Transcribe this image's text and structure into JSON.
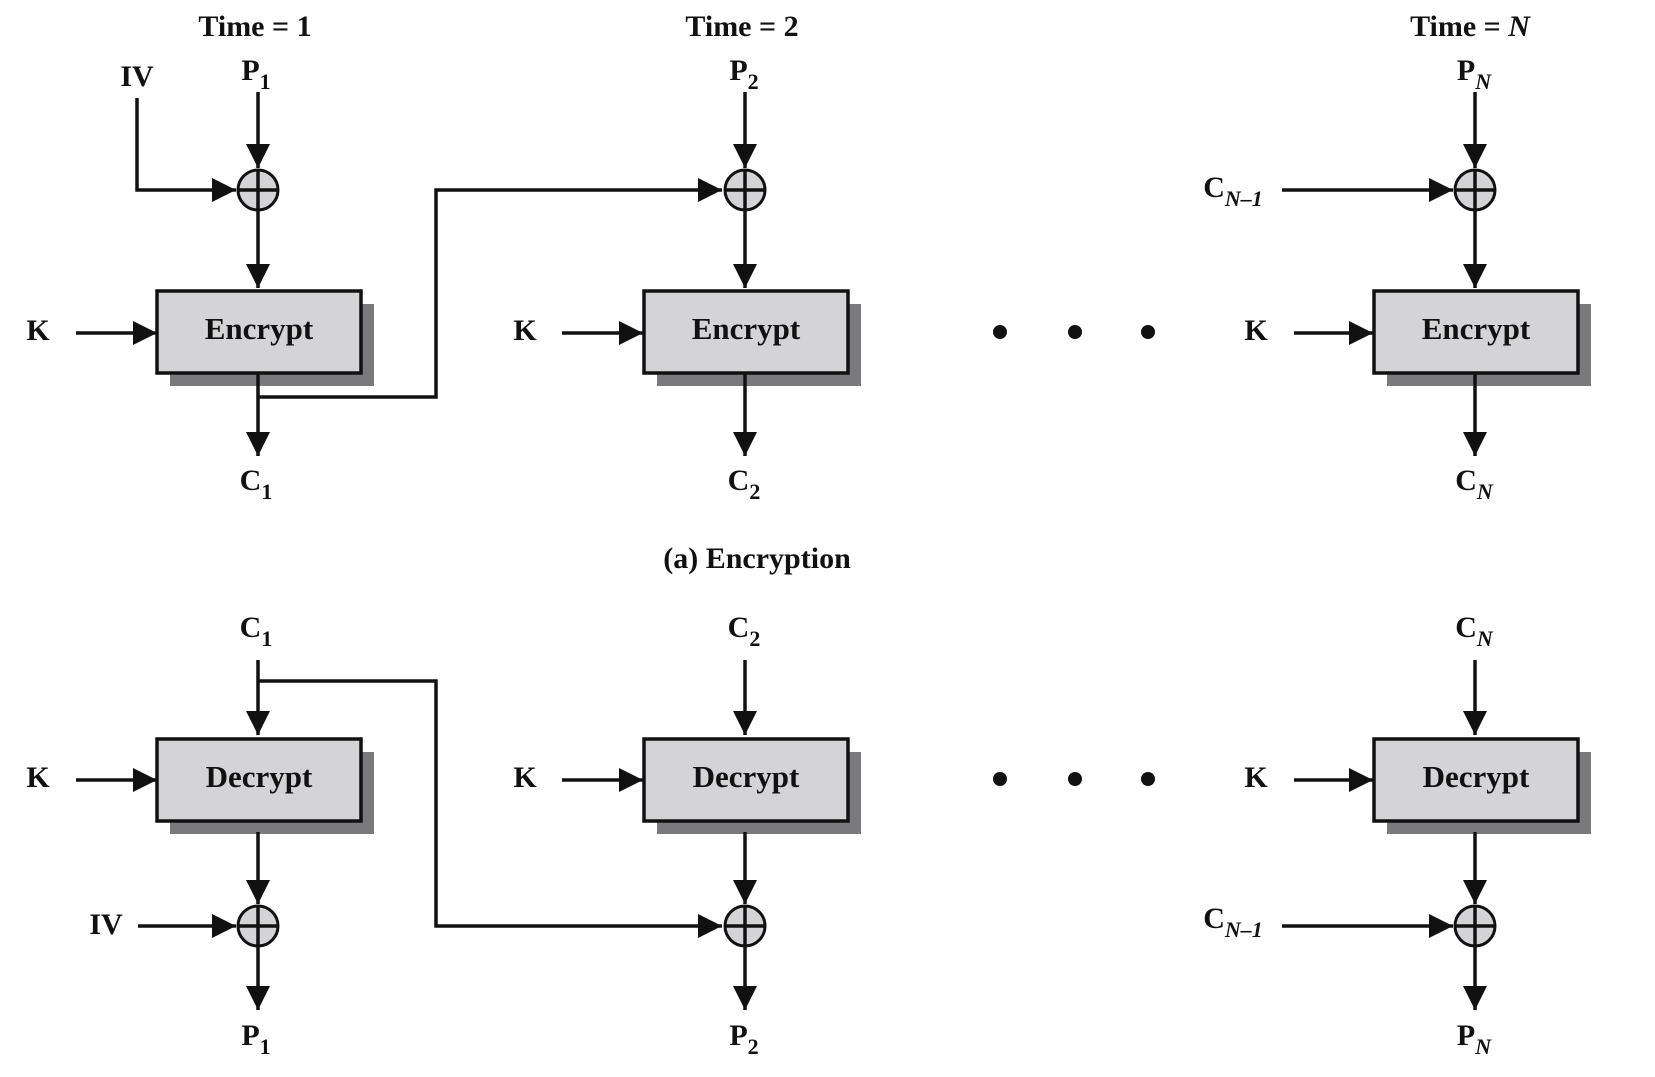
{
  "times": {
    "t1": "Time = 1",
    "t2": "Time = 2",
    "tN_prefix": "Time = ",
    "tN_var": "N"
  },
  "encryption": {
    "caption": "(a) Encryption",
    "block_label": "Encrypt",
    "key_label": "K",
    "iv_label": "IV",
    "plaintext": {
      "base": "P",
      "subs": [
        "1",
        "2",
        "N"
      ]
    },
    "ciphertext": {
      "base": "C",
      "subs": [
        "1",
        "2",
        "N"
      ]
    },
    "prev_cipher": {
      "base": "C",
      "sub": "N–1"
    }
  },
  "decryption": {
    "block_label": "Decrypt",
    "key_label": "K",
    "iv_label": "IV",
    "ciphertext": {
      "base": "C",
      "subs": [
        "1",
        "2",
        "N"
      ]
    },
    "plaintext": {
      "base": "P",
      "subs": [
        "1",
        "2",
        "N"
      ]
    },
    "prev_cipher": {
      "base": "C",
      "sub": "N–1"
    }
  },
  "colors": {
    "box_fill": "#d4d4d6",
    "box_shadow": "#7a7a7c",
    "stroke": "#111111"
  }
}
